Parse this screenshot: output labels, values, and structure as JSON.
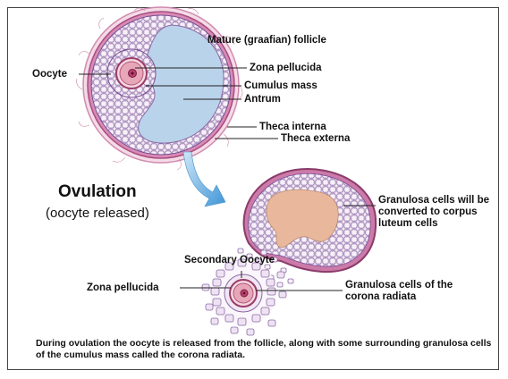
{
  "title": "Mature (graafian) follicle",
  "follicle_labels": {
    "oocyte": "Oocyte",
    "zona_pellucida": "Zona pellucida",
    "cumulus_mass": "Cumulus mass",
    "antrum": "Antrum",
    "theca_interna": "Theca interna",
    "theca_externa": "Theca externa"
  },
  "ovulation": {
    "heading": "Ovulation",
    "subheading": "(oocyte released)"
  },
  "released_labels": {
    "secondary_oocyte": "Secondary Oocyte",
    "zona_pellucida": "Zona pellucida",
    "granulosa_corpus": "Granulosa cells will be converted to corpus luteum cells",
    "granulosa_corona": "Granulosa cells of the corona radiata"
  },
  "caption": "During ovulation the oocyte is released from the follicle, along with some surrounding granulosa cells of the cumulus mass called the corona radiata.",
  "colors": {
    "antrum": "#b9d3ea",
    "granulosa": "#f1e7f3",
    "cell_outline": "#8a6aa6",
    "theca": "#c56a9a",
    "oocyte": "#e7a7b8",
    "nucleus": "#8e2a55",
    "corpus_core": "#e9b89c",
    "arrow": "#5aa7dd"
  }
}
